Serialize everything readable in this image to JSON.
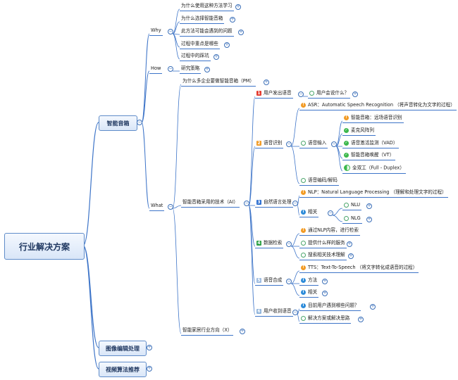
{
  "root": {
    "label": "行业解决方案"
  },
  "branches": [
    {
      "label": "智能音箱"
    },
    {
      "label": "图像编辑处理"
    },
    {
      "label": "视频算法推荐"
    }
  ],
  "why": {
    "label": "Why",
    "items": [
      "为什么使用这种方法学习",
      "为什么选择智能音箱",
      "此方法可能会遇到的问题",
      "过程中重点是哪些",
      "过程中的踩坑"
    ]
  },
  "how": {
    "label": "How",
    "items": [
      "研究策略"
    ]
  },
  "what": {
    "label": "What",
    "top": "为什么多企业要做智能音箱（PM）",
    "tech": "智能音箱采用的技术（AI）",
    "bottom": "智能家居行业方向（X）",
    "steps": [
      {
        "num": "1",
        "label": "用户发出语音",
        "child": "用户会说什么？"
      },
      {
        "num": "2",
        "label": "语音识别",
        "asr": "ASR：Automatic Speech Recognition （将声音转化为文字的过程）",
        "input": "语音输入",
        "input_items": [
          "智能音箱：远场语音识别",
          "麦克风阵列",
          "语音激活监测（VAD）",
          "智能音箱唤醒（VT）",
          "全双工（Full - Duplex）"
        ],
        "codec": "语音编码/解码"
      },
      {
        "num": "3",
        "label": "自然语言处理",
        "nlp": "NLP：Natural Language Processing （理解和处理文字的过程）",
        "related": "相关",
        "related_items": [
          "NLU",
          "NLG"
        ]
      },
      {
        "num": "4",
        "label": "数据检索",
        "items": [
          "通过NLP内容，进行检索",
          "提供什么样的服务",
          "搜索相关技术理解"
        ]
      },
      {
        "num": "5",
        "label": "语音合成",
        "items": [
          "TTS：Text-To-Speech （将文字转化成语音的过程）",
          "方法",
          "相关"
        ]
      },
      {
        "num": "6",
        "label": "用户收到语音",
        "items": [
          "目前用户遇到哪些问题？",
          "解决方案或解决思路"
        ]
      }
    ]
  },
  "colors": {
    "line": "#3d74c8",
    "box_border": "#5f8cc9",
    "box_fill": "#dbe7f8"
  }
}
